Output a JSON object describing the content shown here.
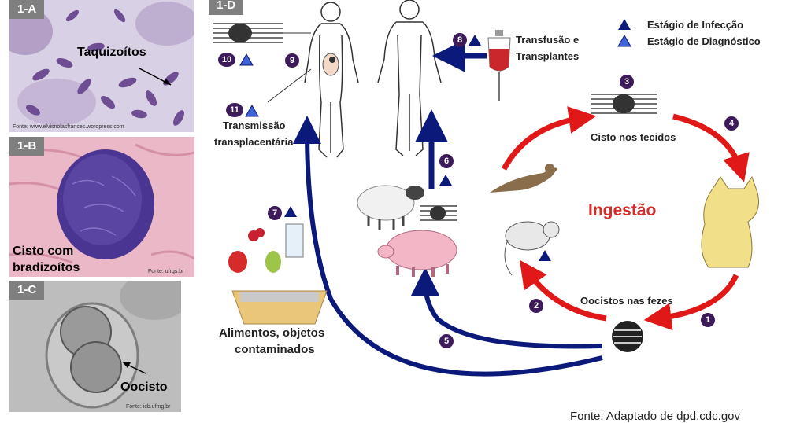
{
  "panels": {
    "a": {
      "label": "1-A",
      "caption": "Taquizoítos",
      "source": "Fonte: www.elvisnolasfrances.wordpress.com"
    },
    "b": {
      "label": "1-B",
      "caption_line1": "Cisto com",
      "caption_line2": "bradizoítos",
      "source": "Fonte: ufrgs.br"
    },
    "c": {
      "label": "1-C",
      "caption": "Oocisto",
      "source": "Fonte: icb.ufmg.br"
    },
    "d": {
      "label": "1-D"
    }
  },
  "legend": {
    "infection": "Estágio de Infecção",
    "diagnostic": "Estágio de Diagnóstico"
  },
  "stages": {
    "s1": "1",
    "s2": "2",
    "s3": "3",
    "s4": "4",
    "s5": "5",
    "s6": "6",
    "s7": "7",
    "s8": "8",
    "s9": "9",
    "s10": "10",
    "s11": "11"
  },
  "labels": {
    "transfusion_1": "Transfusão e",
    "transfusion_2": "Transplantes",
    "cyst_tissues": "Cisto nos tecidos",
    "ingestion": "Ingestão",
    "oocysts_feces": "Oocistos nas fezes",
    "transplacental_1": "Transmissão",
    "transplacental_2": "transplacentária",
    "food_1": "Alimentos, objetos",
    "food_2": "contaminados"
  },
  "footer": "Fonte: Adaptado de dpd.cdc.gov",
  "colors": {
    "arrow_blue": "#0b1a7a",
    "arrow_red": "#e01818",
    "badge": "#3d1a5a",
    "ingestion": "#d62b2b"
  }
}
